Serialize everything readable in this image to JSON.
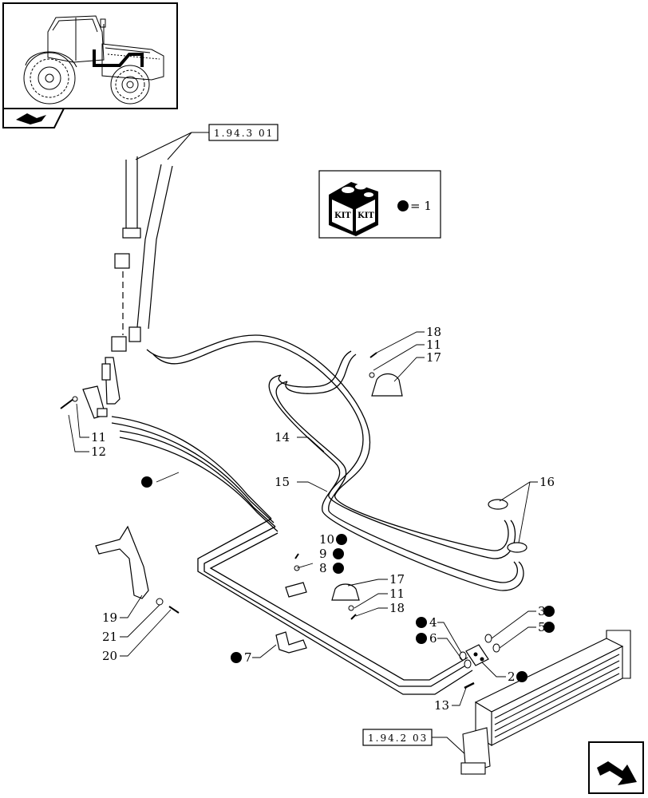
{
  "references": {
    "upper": "1.94.3 01",
    "lower": "1.94.2 03"
  },
  "kit_box": {
    "icon_text_left": "KIT",
    "icon_text_right": "KIT",
    "legend_equals": "= 1"
  },
  "callouts": {
    "c18a": "18",
    "c11a": "11",
    "c17a": "17",
    "c11b": "11",
    "c12": "12",
    "c14": "14",
    "c15": "15",
    "c16": "16",
    "c10": "10",
    "c9": "9",
    "c8": "8",
    "c17b": "17",
    "c11c": "11",
    "c18b": "18",
    "c4": "4",
    "c6": "6",
    "c3": "3",
    "c5": "5",
    "c2": "2",
    "c13": "13",
    "c7": "7",
    "c19": "19",
    "c21": "21",
    "c20": "20"
  },
  "icons": [
    "tractor-thumbnail-icon",
    "kit-box-icon",
    "section-tab-icon",
    "next-page-arrow-icon"
  ]
}
